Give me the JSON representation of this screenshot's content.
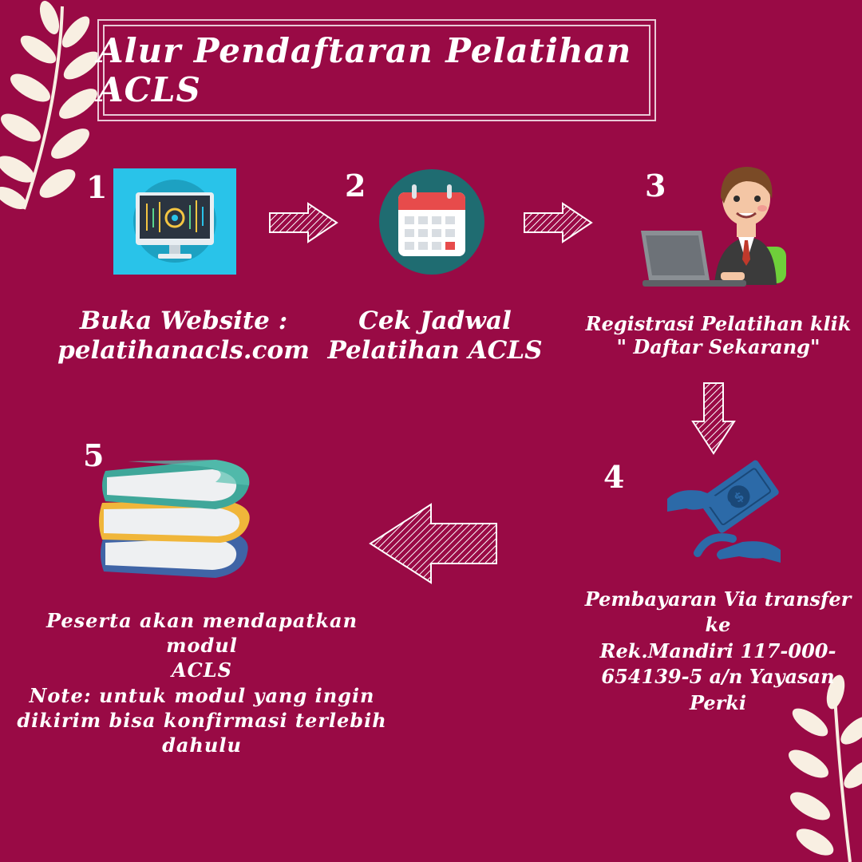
{
  "title": "Alur Pendaftaran Pelatihan ACLS",
  "colors": {
    "background": "#990a45",
    "text": "#ffffff",
    "leaf": "#f8efe2"
  },
  "steps": [
    {
      "number": "1",
      "icon": "monitor-icon",
      "line1": "Buka Website :",
      "line2": "pelatihanacls.com"
    },
    {
      "number": "2",
      "icon": "calendar-icon",
      "line1": "Cek Jadwal",
      "line2": "Pelatihan ACLS"
    },
    {
      "number": "3",
      "icon": "man-laptop-icon",
      "line1": "Registrasi Pelatihan klik",
      "line2": "\" Daftar Sekarang\""
    },
    {
      "number": "4",
      "icon": "money-hand-icon",
      "line1": "Pembayaran Via transfer ke",
      "line2": "Rek.Mandiri 117-000-",
      "line3": "654139-5 a/n Yayasan",
      "line4": "Perki"
    },
    {
      "number": "5",
      "icon": "books-icon",
      "line1": "Peserta akan mendapatkan modul",
      "line2": "ACLS",
      "line3": "Note: untuk modul yang ingin",
      "line4": "dikirim bisa konfirmasi terlebih",
      "line5": "dahulu"
    }
  ]
}
